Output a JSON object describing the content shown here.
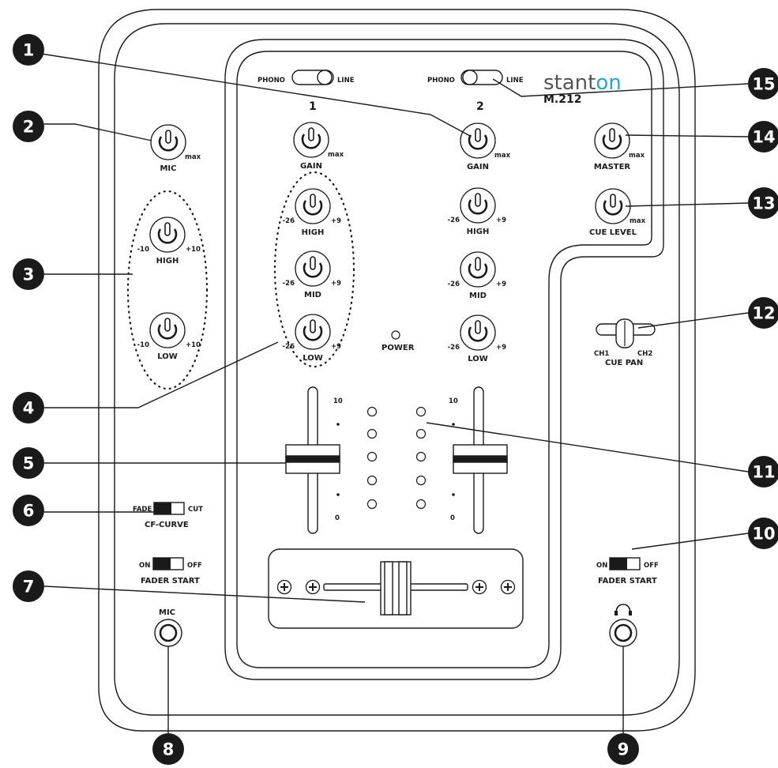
{
  "brand": {
    "name_a": "stant",
    "name_b": "on",
    "model": "M.212",
    "accent": "#2aa3d8"
  },
  "switches": {
    "phono_line_1": {
      "left": "PHONO",
      "right": "LINE"
    },
    "phono_line_2": {
      "left": "PHONO",
      "right": "LINE"
    },
    "cf_curve": {
      "left": "FADE",
      "right": "CUT",
      "label": "CF-CURVE"
    },
    "fader_start_left": {
      "left": "ON",
      "right": "OFF",
      "label": "FADER START"
    },
    "fader_start_right": {
      "left": "ON",
      "right": "OFF",
      "label": "FADER START"
    }
  },
  "channels": {
    "ch1": {
      "number": "1"
    },
    "ch2": {
      "number": "2"
    }
  },
  "knobs": {
    "mic": {
      "label": "MIC",
      "max": "max"
    },
    "mic_high": {
      "label": "HIGH",
      "min": "-10",
      "max": "+10"
    },
    "mic_low": {
      "label": "LOW",
      "min": "-10",
      "max": "+10"
    },
    "ch1_gain": {
      "label": "GAIN",
      "max": "max"
    },
    "ch1_high": {
      "label": "HIGH",
      "min": "-26",
      "max": "+9"
    },
    "ch1_mid": {
      "label": "MID",
      "min": "-26",
      "max": "+9"
    },
    "ch1_low": {
      "label": "LOW",
      "min": "-26",
      "max": "+9"
    },
    "ch2_gain": {
      "label": "GAIN",
      "max": "max"
    },
    "ch2_high": {
      "label": "HIGH",
      "min": "-26",
      "max": "+9"
    },
    "ch2_mid": {
      "label": "MID",
      "min": "-26",
      "max": "+9"
    },
    "ch2_low": {
      "label": "LOW",
      "min": "-26",
      "max": "+9"
    },
    "master": {
      "label": "MASTER",
      "max": "max"
    },
    "cue_level": {
      "label": "CUE LEVEL",
      "max": "max"
    }
  },
  "power": {
    "label": "POWER"
  },
  "cue_pan": {
    "label": "CUE PAN",
    "left": "CH1",
    "right": "CH2"
  },
  "fader_scale": {
    "top": "10",
    "bottom": "0"
  },
  "jacks": {
    "mic": "MIC"
  },
  "callouts": [
    "1",
    "2",
    "3",
    "4",
    "5",
    "6",
    "7",
    "8",
    "9",
    "10",
    "11",
    "12",
    "13",
    "14",
    "15"
  ]
}
